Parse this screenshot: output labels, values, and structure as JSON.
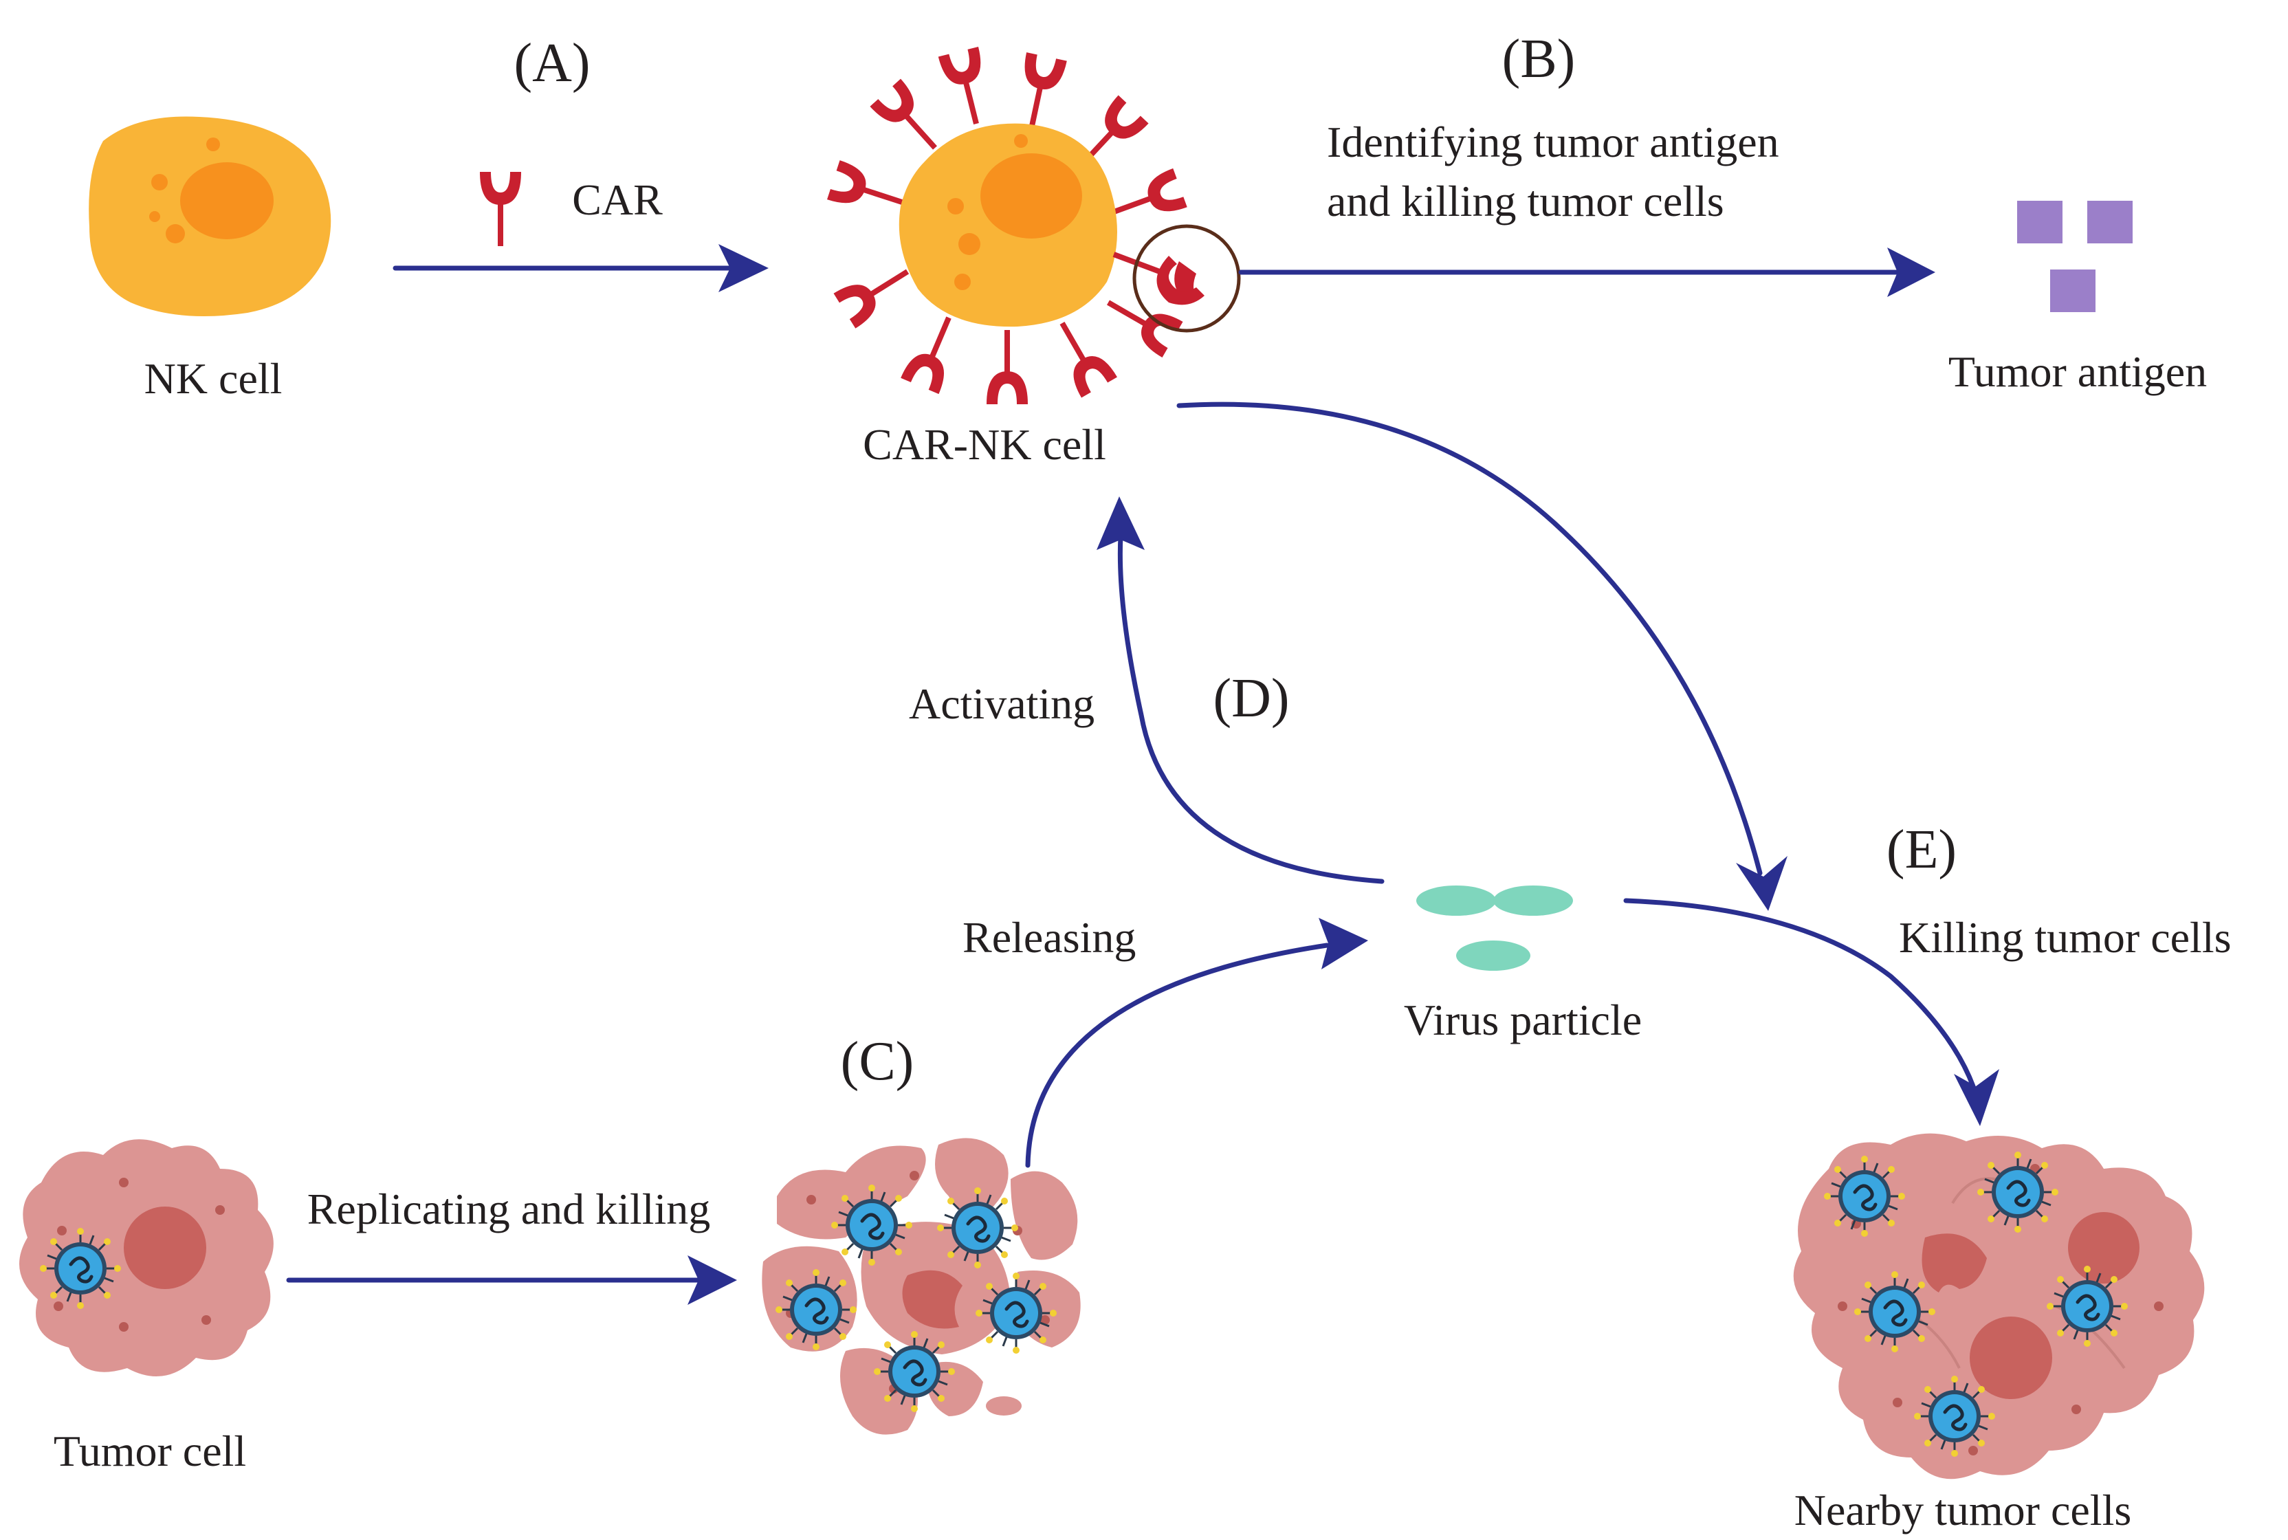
{
  "steps": {
    "a": "(A)",
    "b": "(B)",
    "c": "(C)",
    "d": "(D)",
    "e": "(E)"
  },
  "labels": {
    "nk_cell": "NK cell",
    "car": "CAR",
    "car_nk_cell": "CAR-NK cell",
    "identifying_line1": "Identifying tumor antigen",
    "identifying_line2": "and killing tumor cells",
    "tumor_antigen": "Tumor antigen",
    "activating": "Activating",
    "releasing": "Releasing",
    "virus_particle": "Virus particle",
    "killing_tumor_cells": "Killing tumor cells",
    "replicating_and_killing": "Replicating and killing",
    "tumor_cell": "Tumor cell",
    "nearby_tumor_cells": "Nearby tumor cells"
  },
  "colors": {
    "nk_cell_body": "#f9b437",
    "nk_nucleus": "#f7911e",
    "car_receptor": "#c8202f",
    "arrow": "#2a2f8f",
    "tumor_antigen": "#9b7fc9",
    "virus_particle": "#7fd6bd",
    "tumor_cell_body": "#dc9593",
    "tumor_nucleus": "#c8625e",
    "virus_capsid": "#3aa6e0",
    "highlight_circle": "#5a2d1a"
  }
}
